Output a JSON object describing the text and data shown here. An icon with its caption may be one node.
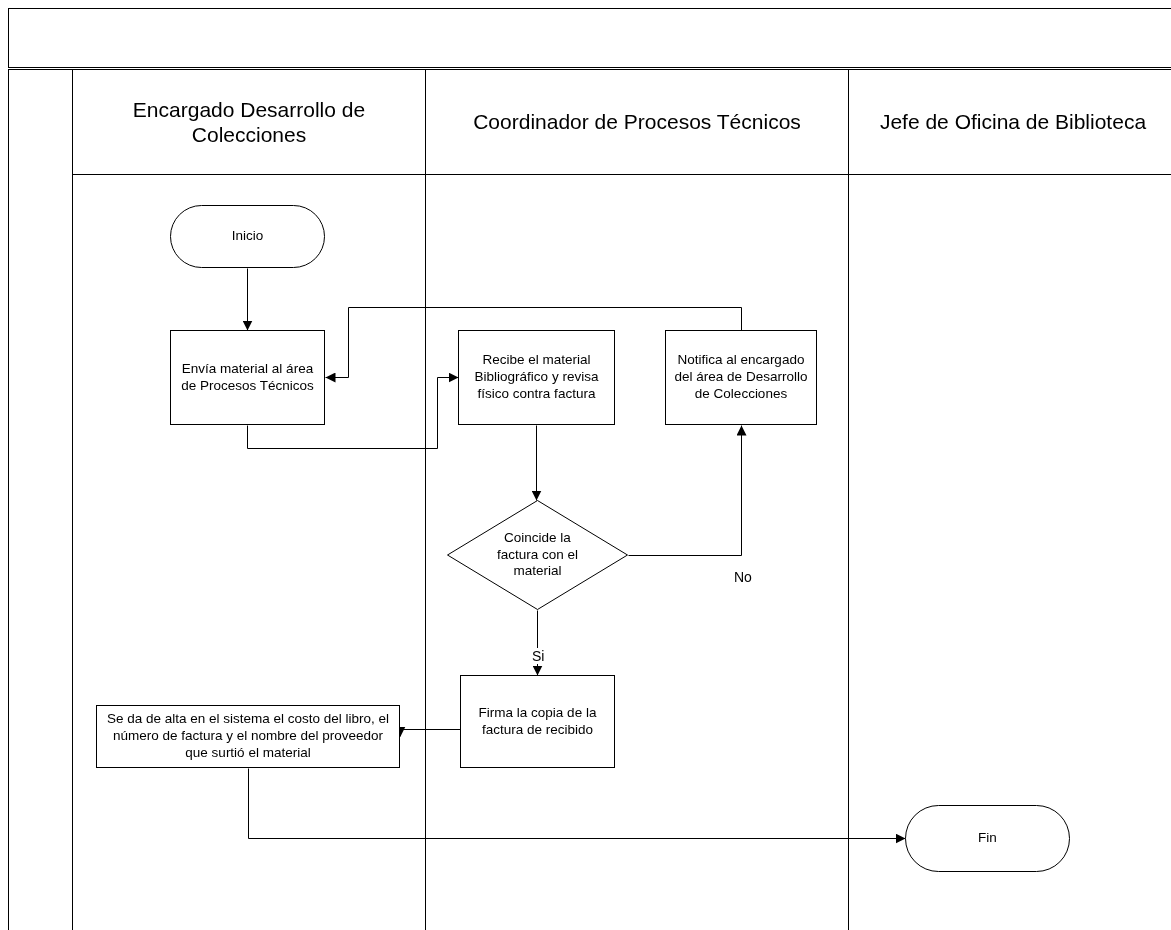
{
  "diagram": {
    "nodes": [
      {
        "text": [
          "Encargado Desarrollo de Colecciones"
        ]
      },
      {
        "text": [
          "Coordinador de Procesos Técnicos"
        ]
      },
      {
        "text": [
          "Jefe de Oficina de Biblioteca"
        ]
      },
      {
        "text": [
          "Inicio"
        ],
        "in": 0
      },
      {
        "text": [
          "Envía material al área de Procesos Técnicos"
        ],
        "in": 0
      },
      {
        "text": [
          "Recibe el material Bibliográfico y revisa físico contra factura"
        ],
        "in": 1
      },
      {
        "text": [
          "Notifica al encargado del área de Desarrollo de Colecciones"
        ],
        "in": 1
      },
      {
        "text": [
          "Coincide la factura con el material"
        ],
        "in": 1
      },
      {
        "text": [
          "Firma la copia de la factura de recibido"
        ],
        "in": 1
      },
      {
        "text": [
          "Se da de alta en el sistema el costo del libro, el número de factura y el nombre del proveedor que surtió el material"
        ],
        "in": 0
      },
      {
        "text": [
          "Fin"
        ],
        "in": 2
      }
    ],
    "edges": [
      {
        "from": 3,
        "to": 4,
        "arrow": "to"
      },
      {
        "from": 4,
        "to": 5,
        "arrow": "to"
      },
      {
        "from": 5,
        "to": 7,
        "arrow": "to"
      },
      {
        "from": 7,
        "to": 6,
        "arrow": "to",
        "label": "No"
      },
      {
        "from": 6,
        "to": 4,
        "arrow": "to"
      },
      {
        "from": 7,
        "to": 8,
        "arrow": "to",
        "label": "Si"
      },
      {
        "from": 8,
        "to": 9,
        "arrow": "to"
      },
      {
        "from": 9,
        "to": 10,
        "arrow": "to"
      }
    ]
  }
}
